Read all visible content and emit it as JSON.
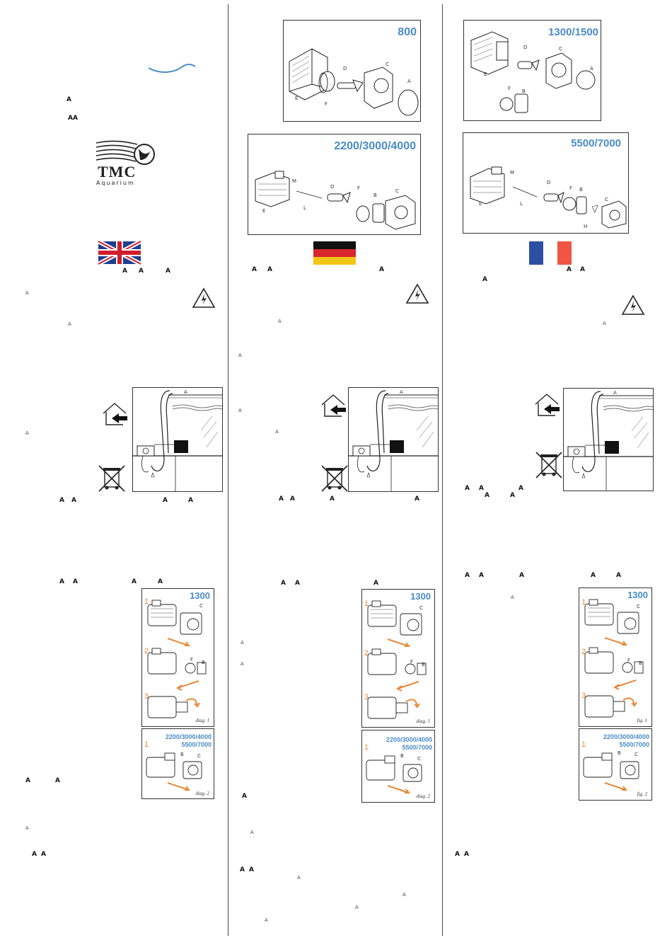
{
  "brand": {
    "logo_text": "TMC",
    "logo_subtext": "Aquarium",
    "accent_color": "#4a8cc7",
    "arrow_color": "#e68a3a"
  },
  "models": {
    "m800": "800",
    "m2200": "2200/3000/4000",
    "m1300": "1300/1500",
    "m5500": "5500/7000"
  },
  "part_labels": {
    "A": "A",
    "B": "B",
    "C": "C",
    "D": "D",
    "E": "E",
    "F": "F",
    "H": "H",
    "L": "L",
    "M": "M"
  },
  "glyphs": {
    "a": "A",
    "aa": "AA"
  },
  "diagrams": {
    "step_model": "1300",
    "combo_model_1": "2200/3000/4000",
    "combo_model_2": "5500/7000",
    "steps": [
      "1",
      "2",
      "3"
    ],
    "cap_diag1": "diag. 1",
    "cap_diag2": "diag. 2",
    "cap_fig1": "fig. 1",
    "cap_fig2": "fig. 2"
  },
  "flags": {
    "uk": "United Kingdom flag",
    "de": "Germany flag",
    "fr": "France flag"
  }
}
